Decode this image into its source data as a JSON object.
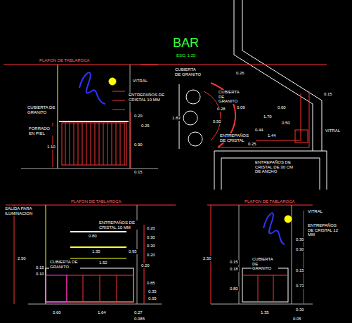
{
  "diagram": {
    "title": "BAR",
    "labels": [
      "PLAFON DE TABLAROCA",
      "VITRAL",
      "ENTREPAÑOS DE CRISTAL 10 MM",
      "CUBIERTA DE GRANITO",
      "FORRADO EN PIEL",
      "0.20",
      "0.25",
      "1.10",
      "0.90",
      "0.15",
      "ESC. 1:25",
      "CUBIERTA DE GRANITO",
      "0.26",
      "0.15",
      "0.60",
      "0.50",
      "1.70",
      "1.83",
      "0.28",
      "0.09",
      "0.50",
      "0.44",
      "1.44",
      "0.25",
      "CUBIERTA DE GRANITO",
      "ENTREPAÑOS DE CRISTAL",
      "ENTREPAÑOS DE CRISTAL DE 30 CM DE ANCHO",
      "VITRAL",
      "PLAFON DE TABLAROCA",
      "SALIDA PARA ILUMINACION",
      "ENTREPAÑOS DE CRISTAL 10 MM",
      "0.80",
      "1.35",
      "0.95",
      "1.52",
      "0.20",
      "0.30",
      "0.30",
      "0.20",
      "0.85",
      "0.20",
      "CUBIERTA DE GRANITO",
      "2.50",
      "0.15",
      "0.10",
      "0.60",
      "1.64",
      "0.27",
      "0.085",
      "0.35",
      "0.05",
      "PLAFON DE TABLAROCA",
      "VITRAL",
      "ENTREPAÑOS DE CRISTAL 12 MM",
      "2.50",
      "0.30",
      "0.30",
      "0.15",
      "0.18",
      "CUBIERTA DE GRANITO",
      "0.80",
      "0.73",
      "0.15",
      "1.35",
      "0.05",
      "0.30"
    ]
  }
}
